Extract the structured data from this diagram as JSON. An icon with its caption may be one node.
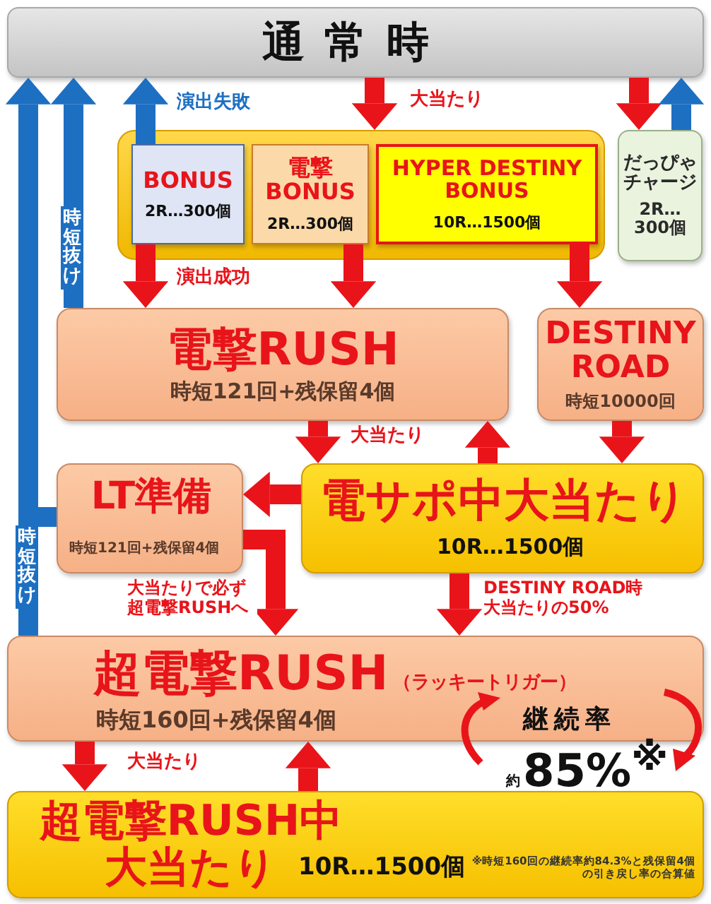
{
  "diagram": {
    "nodes": [
      {
        "text": [
          "通常時"
        ]
      },
      {
        "text": [],
        "shape": "box"
      },
      {
        "text": [
          "BONUS",
          "2R…300個"
        ],
        "in": 1
      },
      {
        "text": [
          "電撃BONUS",
          "2R…300個"
        ],
        "in": 1
      },
      {
        "text": [
          "HYPER DESTINY BONUS",
          "10R…1500個"
        ],
        "in": 1
      },
      {
        "text": [
          "だっぴゃチャージ",
          "2R…300個"
        ]
      },
      {
        "text": [
          "電撃RUSH",
          "時短121回+残保留4個"
        ]
      },
      {
        "text": [
          "DESTINY ROAD",
          "時短10000回"
        ]
      },
      {
        "text": [
          "LT準備",
          "時短121回+残保留4個"
        ]
      },
      {
        "text": [
          "電サポ中大当たり",
          "10R…1500個"
        ]
      },
      {
        "text": [
          "超電撃RUSH",
          "（ラッキートリガー）",
          "時短160回+残保留4個"
        ]
      },
      {
        "text": [
          "超電撃RUSH中大当たり",
          "10R…1500個"
        ]
      }
    ],
    "edges": [
      {
        "from": 0,
        "to": 1,
        "arrow": "to",
        "label": "大当たり"
      },
      {
        "from": 0,
        "to": 5,
        "arrow": "to"
      },
      {
        "from": 5,
        "to": 0,
        "arrow": "to",
        "color": "#1d6fc2"
      },
      {
        "from": 2,
        "to": 0,
        "arrow": "to",
        "color": "#1d6fc2",
        "label": "演出失敗"
      },
      {
        "from": 2,
        "to": 6,
        "arrow": "to",
        "label": "演出成功"
      },
      {
        "from": 3,
        "to": 6,
        "arrow": "to"
      },
      {
        "from": 4,
        "to": 7,
        "arrow": "to"
      },
      {
        "from": 6,
        "to": 9,
        "arrow": "to",
        "label": "大当たり"
      },
      {
        "from": 9,
        "to": 6,
        "arrow": "to"
      },
      {
        "from": 7,
        "to": 9,
        "arrow": "to"
      },
      {
        "from": 9,
        "to": 8,
        "arrow": "to"
      },
      {
        "from": 8,
        "to": 10,
        "arrow": "to",
        "label": "大当たりで必ず超電撃RUSHへ"
      },
      {
        "from": 9,
        "to": 10,
        "arrow": "to",
        "label": "DESTINY ROAD時大当たりの50%"
      },
      {
        "from": 10,
        "to": 11,
        "arrow": "to",
        "label": "大当たり"
      },
      {
        "from": 11,
        "to": 10,
        "arrow": "to"
      },
      {
        "from": 6,
        "to": 0,
        "arrow": "to",
        "color": "#1d6fc2",
        "label": "時短抜け"
      },
      {
        "from": 8,
        "to": 0,
        "arrow": "to",
        "color": "#1d6fc2"
      },
      {
        "from": 10,
        "to": 0,
        "arrow": "to",
        "color": "#1d6fc2",
        "label": "時短抜け"
      }
    ],
    "labels": [
      "継続率",
      "約",
      "85%$^{※}$",
      "※時短160回の継続率約84.3%と残保留4個の引き戻し率の合算値"
    ]
  }
}
